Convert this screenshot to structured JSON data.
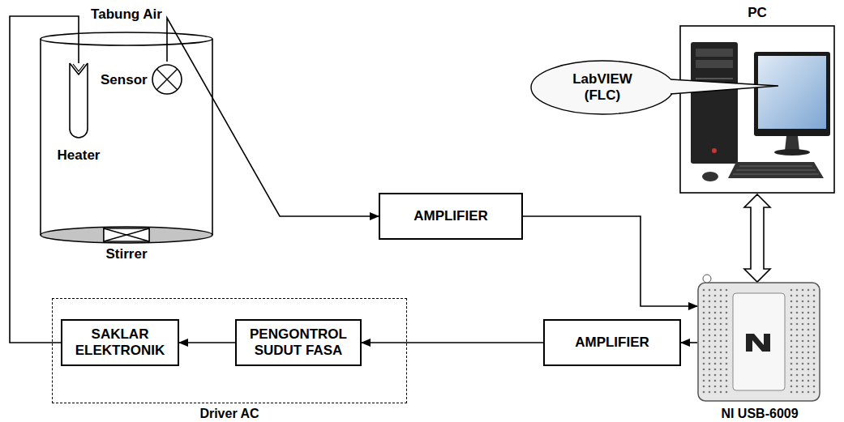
{
  "diagram": {
    "nodes": [
      {
        "text": [
          "Tabung Air"
        ]
      },
      {
        "text": [
          "Heater"
        ],
        "in": 0
      },
      {
        "text": [
          "Sensor"
        ],
        "in": 0
      },
      {
        "text": [
          "Stirrer"
        ],
        "in": 0
      },
      {
        "text": [
          "PC"
        ]
      },
      {
        "text": [
          "LabVIEW (FLC)"
        ]
      },
      {
        "text": [
          "AMPLIFIER"
        ]
      },
      {
        "text": [
          "NI USB-6009"
        ]
      },
      {
        "text": [
          "AMPLIFIER"
        ]
      },
      {
        "text": [
          "Driver AC"
        ]
      },
      {
        "text": [
          "PENGONTROL SUDUT FASA"
        ],
        "in": 9
      },
      {
        "text": [
          "SAKLAR ELEKTRONIK"
        ],
        "in": 9
      }
    ],
    "edges": [
      {
        "from": 2,
        "to": 6,
        "arrow": "to"
      },
      {
        "from": 6,
        "to": 7,
        "arrow": "to"
      },
      {
        "from": 4,
        "to": 7,
        "arrow": "both"
      },
      {
        "from": 7,
        "to": 8,
        "arrow": "to"
      },
      {
        "from": 8,
        "to": 10,
        "arrow": "to"
      },
      {
        "from": 10,
        "to": 11,
        "arrow": "to"
      },
      {
        "from": 11,
        "to": 1,
        "arrow": "none"
      }
    ]
  }
}
